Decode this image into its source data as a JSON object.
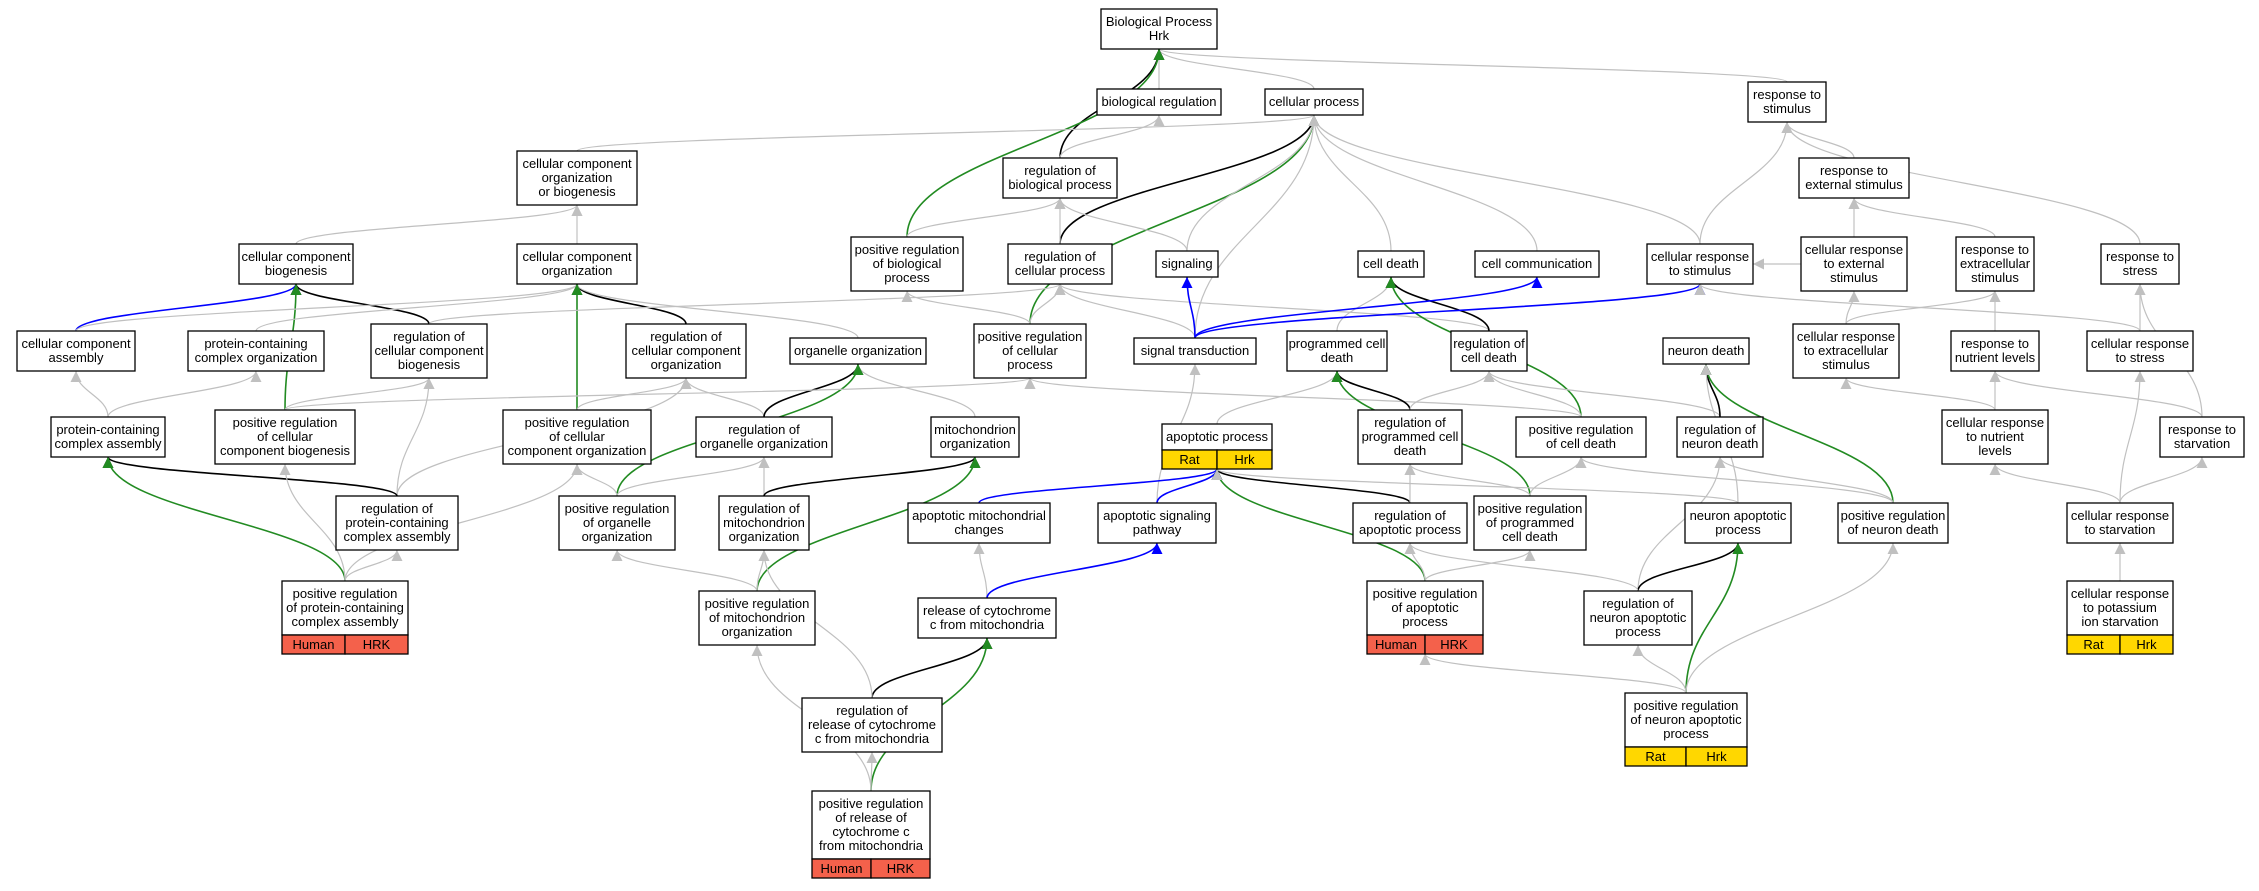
{
  "colors": {
    "grey": "#c0c0c0",
    "black": "#000000",
    "green": "#228b22",
    "blue": "#0000ff",
    "human": "#f4614b",
    "rat": "#ffd700"
  },
  "nodes": {
    "root": {
      "lines": [
        "Biological Process",
        "Hrk"
      ]
    },
    "bioreg": {
      "lines": [
        "biological regulation"
      ]
    },
    "cellproc": {
      "lines": [
        "cellular process"
      ]
    },
    "respstim": {
      "lines": [
        "response to",
        "stimulus"
      ]
    },
    "ccob": {
      "lines": [
        "cellular component",
        "organization",
        "or biogenesis"
      ]
    },
    "regbio": {
      "lines": [
        "regulation of",
        "biological process"
      ]
    },
    "respext": {
      "lines": [
        "response to",
        "external stimulus"
      ]
    },
    "ccbio": {
      "lines": [
        "cellular component",
        "biogenesis"
      ]
    },
    "ccorg": {
      "lines": [
        "cellular component",
        "organization"
      ]
    },
    "posregbio": {
      "lines": [
        "positive regulation",
        "of biological",
        "process"
      ]
    },
    "regcell": {
      "lines": [
        "regulation of",
        "cellular process"
      ]
    },
    "signaling": {
      "lines": [
        "signaling"
      ]
    },
    "celldeath": {
      "lines": [
        "cell death"
      ]
    },
    "cellcomm": {
      "lines": [
        "cell communication"
      ]
    },
    "cellrespstim": {
      "lines": [
        "cellular response",
        "to stimulus"
      ]
    },
    "cellrespext": {
      "lines": [
        "cellular response",
        "to external",
        "stimulus"
      ]
    },
    "respextra": {
      "lines": [
        "response to",
        "extracellular",
        "stimulus"
      ]
    },
    "respstress": {
      "lines": [
        "response to",
        "stress"
      ]
    },
    "ccassembly": {
      "lines": [
        "cellular component",
        "assembly"
      ]
    },
    "pccorg": {
      "lines": [
        "protein-containing",
        "complex organization"
      ]
    },
    "regccbio": {
      "lines": [
        "regulation of",
        "cellular component",
        "biogenesis"
      ]
    },
    "regccorg": {
      "lines": [
        "regulation of",
        "cellular component",
        "organization"
      ]
    },
    "orgorg": {
      "lines": [
        "organelle organization"
      ]
    },
    "posregcell": {
      "lines": [
        "positive regulation",
        "of cellular",
        "process"
      ]
    },
    "sigtrans": {
      "lines": [
        "signal transduction"
      ]
    },
    "pcd": {
      "lines": [
        "programmed cell",
        "death"
      ]
    },
    "regcelldeath": {
      "lines": [
        "regulation of",
        "cell death"
      ]
    },
    "neurondeath": {
      "lines": [
        "neuron death"
      ]
    },
    "cellrespextra": {
      "lines": [
        "cellular response",
        "to extracellular",
        "stimulus"
      ]
    },
    "respnutr": {
      "lines": [
        "response to",
        "nutrient levels"
      ]
    },
    "cellrespstress": {
      "lines": [
        "cellular response",
        "to stress"
      ]
    },
    "pcassembly": {
      "lines": [
        "protein-containing",
        "complex assembly"
      ]
    },
    "posregccbio": {
      "lines": [
        "positive regulation",
        "of cellular",
        "component biogenesis"
      ]
    },
    "posregccorg": {
      "lines": [
        "positive regulation",
        "of cellular",
        "component organization"
      ]
    },
    "regorgorg": {
      "lines": [
        "regulation of",
        "organelle organization"
      ]
    },
    "mitoorg": {
      "lines": [
        "mitochondrion",
        "organization"
      ]
    },
    "apoproc": {
      "lines": [
        "apoptotic process"
      ],
      "badges": [
        "Rat",
        "Hrk"
      ],
      "badge_color": "rat"
    },
    "regpcd": {
      "lines": [
        "regulation of",
        "programmed cell",
        "death"
      ]
    },
    "posregcelldeath": {
      "lines": [
        "positive regulation",
        "of cell death"
      ]
    },
    "regneurondeath": {
      "lines": [
        "regulation of",
        "neuron death"
      ]
    },
    "cellrespnutr": {
      "lines": [
        "cellular response",
        "to nutrient",
        "levels"
      ]
    },
    "respstarv": {
      "lines": [
        "response to",
        "starvation"
      ]
    },
    "regpcassembly": {
      "lines": [
        "regulation of",
        "protein-containing",
        "complex assembly"
      ]
    },
    "posregorgorg": {
      "lines": [
        "positive regulation",
        "of organelle",
        "organization"
      ]
    },
    "regmitoorg": {
      "lines": [
        "regulation of",
        "mitochondrion",
        "organization"
      ]
    },
    "apomito": {
      "lines": [
        "apoptotic mitochondrial",
        "changes"
      ]
    },
    "aposig": {
      "lines": [
        "apoptotic signaling",
        "pathway"
      ]
    },
    "regapo": {
      "lines": [
        "regulation of",
        "apoptotic process"
      ]
    },
    "posregpcd": {
      "lines": [
        "positive regulation",
        "of programmed",
        "cell death"
      ]
    },
    "neuronapo": {
      "lines": [
        "neuron apoptotic",
        "process"
      ]
    },
    "posregneurondeath": {
      "lines": [
        "positive regulation",
        "of neuron death"
      ]
    },
    "cellrespstarv": {
      "lines": [
        "cellular response",
        "to starvation"
      ]
    },
    "posregpcassembly": {
      "lines": [
        "positive regulation",
        "of protein-containing",
        "complex assembly"
      ],
      "badges": [
        "Human",
        "HRK"
      ],
      "badge_color": "human"
    },
    "posregmitoorg": {
      "lines": [
        "positive regulation",
        "of mitochondrion",
        "organization"
      ]
    },
    "releasecytc": {
      "lines": [
        "release of cytochrome",
        "c from mitochondria"
      ]
    },
    "posregapo": {
      "lines": [
        "positive regulation",
        "of apoptotic",
        "process"
      ],
      "badges": [
        "Human",
        "HRK"
      ],
      "badge_color": "human"
    },
    "regneuronapo": {
      "lines": [
        "regulation of",
        "neuron apoptotic",
        "process"
      ]
    },
    "cellresppot": {
      "lines": [
        "cellular response",
        "to potassium",
        "ion starvation"
      ],
      "badges": [
        "Rat",
        "Hrk"
      ],
      "badge_color": "rat"
    },
    "regreleasecytc": {
      "lines": [
        "regulation of",
        "release of cytochrome",
        "c from mitochondria"
      ]
    },
    "posregneuronapo": {
      "lines": [
        "positive regulation",
        "of neuron apoptotic",
        "process"
      ],
      "badges": [
        "Rat",
        "Hrk"
      ],
      "badge_color": "rat"
    },
    "posregreleasecytc": {
      "lines": [
        "positive regulation",
        "of release of",
        "cytochrome c",
        "from mitochondria"
      ],
      "badges": [
        "Human",
        "HRK"
      ],
      "badge_color": "human"
    }
  },
  "edges": [
    {
      "from": "bioreg",
      "to": "root",
      "kind": "is_a"
    },
    {
      "from": "cellproc",
      "to": "root",
      "kind": "is_a"
    },
    {
      "from": "respstim",
      "to": "root",
      "kind": "is_a"
    },
    {
      "from": "regbio",
      "to": "root",
      "kind": "regulates"
    },
    {
      "from": "posregbio",
      "to": "root",
      "kind": "positively_regulates"
    },
    {
      "from": "regbio",
      "to": "bioreg",
      "kind": "is_a"
    },
    {
      "from": "ccob",
      "to": "cellproc",
      "kind": "is_a"
    },
    {
      "from": "regcell",
      "to": "cellproc",
      "kind": "regulates"
    },
    {
      "from": "posregcell",
      "to": "cellproc",
      "kind": "positively_regulates"
    },
    {
      "from": "signaling",
      "to": "cellproc",
      "kind": "is_a"
    },
    {
      "from": "celldeath",
      "to": "cellproc",
      "kind": "is_a"
    },
    {
      "from": "cellcomm",
      "to": "cellproc",
      "kind": "is_a"
    },
    {
      "from": "cellrespstim",
      "to": "cellproc",
      "kind": "is_a"
    },
    {
      "from": "sigtrans",
      "to": "cellproc",
      "kind": "is_a"
    },
    {
      "from": "cellrespstim",
      "to": "respstim",
      "kind": "is_a"
    },
    {
      "from": "respext",
      "to": "respstim",
      "kind": "is_a"
    },
    {
      "from": "respstress",
      "to": "respstim",
      "kind": "is_a"
    },
    {
      "from": "posregbio",
      "to": "regbio",
      "kind": "is_a"
    },
    {
      "from": "regcell",
      "to": "regbio",
      "kind": "is_a"
    },
    {
      "from": "signaling",
      "to": "regbio",
      "kind": "is_a"
    },
    {
      "from": "ccbio",
      "to": "ccob",
      "kind": "is_a"
    },
    {
      "from": "ccorg",
      "to": "ccob",
      "kind": "is_a"
    },
    {
      "from": "cellrespext",
      "to": "respext",
      "kind": "is_a"
    },
    {
      "from": "respextra",
      "to": "respext",
      "kind": "is_a"
    },
    {
      "from": "ccassembly",
      "to": "ccbio",
      "kind": "part_of"
    },
    {
      "from": "regccbio",
      "to": "ccbio",
      "kind": "regulates"
    },
    {
      "from": "posregccbio",
      "to": "ccbio",
      "kind": "positively_regulates"
    },
    {
      "from": "ccassembly",
      "to": "ccorg",
      "kind": "is_a"
    },
    {
      "from": "pccorg",
      "to": "ccorg",
      "kind": "is_a"
    },
    {
      "from": "regccorg",
      "to": "ccorg",
      "kind": "regulates"
    },
    {
      "from": "orgorg",
      "to": "ccorg",
      "kind": "is_a"
    },
    {
      "from": "posregccorg",
      "to": "ccorg",
      "kind": "positively_regulates"
    },
    {
      "from": "posregcell",
      "to": "posregbio",
      "kind": "is_a"
    },
    {
      "from": "posregcell",
      "to": "regcell",
      "kind": "is_a"
    },
    {
      "from": "regccbio",
      "to": "regcell",
      "kind": "is_a"
    },
    {
      "from": "regcelldeath",
      "to": "regcell",
      "kind": "is_a"
    },
    {
      "from": "sigtrans",
      "to": "regcell",
      "kind": "is_a"
    },
    {
      "from": "sigtrans",
      "to": "signaling",
      "kind": "part_of"
    },
    {
      "from": "pcd",
      "to": "celldeath",
      "kind": "is_a"
    },
    {
      "from": "regcelldeath",
      "to": "celldeath",
      "kind": "regulates"
    },
    {
      "from": "posregcelldeath",
      "to": "celldeath",
      "kind": "positively_regulates"
    },
    {
      "from": "sigtrans",
      "to": "cellcomm",
      "kind": "part_of"
    },
    {
      "from": "sigtrans",
      "to": "cellrespstim",
      "kind": "part_of"
    },
    {
      "from": "cellrespext",
      "to": "cellrespstim",
      "kind": "is_a"
    },
    {
      "from": "cellrespstress",
      "to": "cellrespstim",
      "kind": "is_a"
    },
    {
      "from": "cellrespextra",
      "to": "cellrespext",
      "kind": "is_a"
    },
    {
      "from": "cellrespextra",
      "to": "respextra",
      "kind": "is_a"
    },
    {
      "from": "respnutr",
      "to": "respextra",
      "kind": "is_a"
    },
    {
      "from": "cellrespstress",
      "to": "respstress",
      "kind": "is_a"
    },
    {
      "from": "respstarv",
      "to": "respstress",
      "kind": "is_a"
    },
    {
      "from": "pcassembly",
      "to": "ccassembly",
      "kind": "is_a"
    },
    {
      "from": "pcassembly",
      "to": "pccorg",
      "kind": "is_a"
    },
    {
      "from": "posregccbio",
      "to": "regccbio",
      "kind": "is_a"
    },
    {
      "from": "regpcassembly",
      "to": "regccbio",
      "kind": "is_a"
    },
    {
      "from": "posregccorg",
      "to": "regccorg",
      "kind": "is_a"
    },
    {
      "from": "regorgorg",
      "to": "regccorg",
      "kind": "is_a"
    },
    {
      "from": "regpcassembly",
      "to": "regccorg",
      "kind": "is_a"
    },
    {
      "from": "regorgorg",
      "to": "orgorg",
      "kind": "regulates"
    },
    {
      "from": "mitoorg",
      "to": "orgorg",
      "kind": "is_a"
    },
    {
      "from": "posregorgorg",
      "to": "orgorg",
      "kind": "positively_regulates"
    },
    {
      "from": "posregccbio",
      "to": "posregcell",
      "kind": "is_a"
    },
    {
      "from": "posregcelldeath",
      "to": "posregcell",
      "kind": "is_a"
    },
    {
      "from": "aposig",
      "to": "sigtrans",
      "kind": "is_a"
    },
    {
      "from": "apoproc",
      "to": "pcd",
      "kind": "is_a"
    },
    {
      "from": "regpcd",
      "to": "pcd",
      "kind": "regulates"
    },
    {
      "from": "posregpcd",
      "to": "pcd",
      "kind": "positively_regulates"
    },
    {
      "from": "regpcd",
      "to": "regcelldeath",
      "kind": "is_a"
    },
    {
      "from": "posregcelldeath",
      "to": "regcelldeath",
      "kind": "is_a"
    },
    {
      "from": "regneurondeath",
      "to": "regcelldeath",
      "kind": "is_a"
    },
    {
      "from": "regneurondeath",
      "to": "neurondeath",
      "kind": "regulates"
    },
    {
      "from": "posregneurondeath",
      "to": "neurondeath",
      "kind": "positively_regulates"
    },
    {
      "from": "neuronapo",
      "to": "neurondeath",
      "kind": "is_a"
    },
    {
      "from": "cellrespnutr",
      "to": "cellrespextra",
      "kind": "is_a"
    },
    {
      "from": "cellrespnutr",
      "to": "respnutr",
      "kind": "is_a"
    },
    {
      "from": "respstarv",
      "to": "respnutr",
      "kind": "is_a"
    },
    {
      "from": "cellrespstarv",
      "to": "cellrespstress",
      "kind": "is_a"
    },
    {
      "from": "regpcassembly",
      "to": "pcassembly",
      "kind": "regulates"
    },
    {
      "from": "posregpcassembly",
      "to": "pcassembly",
      "kind": "positively_regulates"
    },
    {
      "from": "posregpcassembly",
      "to": "posregccbio",
      "kind": "is_a"
    },
    {
      "from": "posregorgorg",
      "to": "posregccorg",
      "kind": "is_a"
    },
    {
      "from": "posregpcassembly",
      "to": "posregccorg",
      "kind": "is_a"
    },
    {
      "from": "posregorgorg",
      "to": "regorgorg",
      "kind": "is_a"
    },
    {
      "from": "regmitoorg",
      "to": "regorgorg",
      "kind": "is_a"
    },
    {
      "from": "regmitoorg",
      "to": "mitoorg",
      "kind": "regulates"
    },
    {
      "from": "posregmitoorg",
      "to": "mitoorg",
      "kind": "positively_regulates"
    },
    {
      "from": "apomito",
      "to": "apoproc",
      "kind": "part_of"
    },
    {
      "from": "aposig",
      "to": "apoproc",
      "kind": "part_of"
    },
    {
      "from": "regapo",
      "to": "apoproc",
      "kind": "regulates"
    },
    {
      "from": "posregapo",
      "to": "apoproc",
      "kind": "positively_regulates"
    },
    {
      "from": "neuronapo",
      "to": "apoproc",
      "kind": "is_a"
    },
    {
      "from": "regapo",
      "to": "regpcd",
      "kind": "is_a"
    },
    {
      "from": "posregpcd",
      "to": "regpcd",
      "kind": "is_a"
    },
    {
      "from": "posregpcd",
      "to": "posregcelldeath",
      "kind": "is_a"
    },
    {
      "from": "regneuronapo",
      "to": "regneurondeath",
      "kind": "is_a"
    },
    {
      "from": "posregneurondeath",
      "to": "posregcelldeath",
      "kind": "is_a"
    },
    {
      "from": "posregneurondeath",
      "to": "regneurondeath",
      "kind": "is_a"
    },
    {
      "from": "cellrespstarv",
      "to": "cellrespnutr",
      "kind": "is_a"
    },
    {
      "from": "cellrespstarv",
      "to": "respstarv",
      "kind": "is_a"
    },
    {
      "from": "regpcassembly",
      "to": "posregpcassembly",
      "kind": "is_a",
      "reverse": true
    },
    {
      "from": "posregpcassembly",
      "to": "regpcassembly",
      "kind": "is_a"
    },
    {
      "from": "posregmitoorg",
      "to": "posregorgorg",
      "kind": "is_a"
    },
    {
      "from": "posregmitoorg",
      "to": "regmitoorg",
      "kind": "is_a"
    },
    {
      "from": "releasecytc",
      "to": "apomito",
      "kind": "is_a"
    },
    {
      "from": "releasecytc",
      "to": "aposig",
      "kind": "part_of"
    },
    {
      "from": "posregapo",
      "to": "regapo",
      "kind": "is_a"
    },
    {
      "from": "posregapo",
      "to": "posregpcd",
      "kind": "is_a"
    },
    {
      "from": "regneuronapo",
      "to": "neuronapo",
      "kind": "regulates"
    },
    {
      "from": "regneuronapo",
      "to": "regapo",
      "kind": "is_a"
    },
    {
      "from": "cellresppot",
      "to": "cellrespstarv",
      "kind": "is_a"
    },
    {
      "from": "regreleasecytc",
      "to": "releasecytc",
      "kind": "regulates"
    },
    {
      "from": "regreleasecytc",
      "to": "regmitoorg",
      "kind": "is_a"
    },
    {
      "from": "posregneuronapo",
      "to": "neuronapo",
      "kind": "positively_regulates"
    },
    {
      "from": "posregneuronapo",
      "to": "regneuronapo",
      "kind": "is_a"
    },
    {
      "from": "posregneuronapo",
      "to": "posregapo",
      "kind": "is_a"
    },
    {
      "from": "posregneuronapo",
      "to": "posregneurondeath",
      "kind": "is_a"
    },
    {
      "from": "posregreleasecytc",
      "to": "releasecytc",
      "kind": "positively_regulates"
    },
    {
      "from": "posregreleasecytc",
      "to": "regreleasecytc",
      "kind": "is_a"
    },
    {
      "from": "posregreleasecytc",
      "to": "posregmitoorg",
      "kind": "is_a"
    }
  ]
}
